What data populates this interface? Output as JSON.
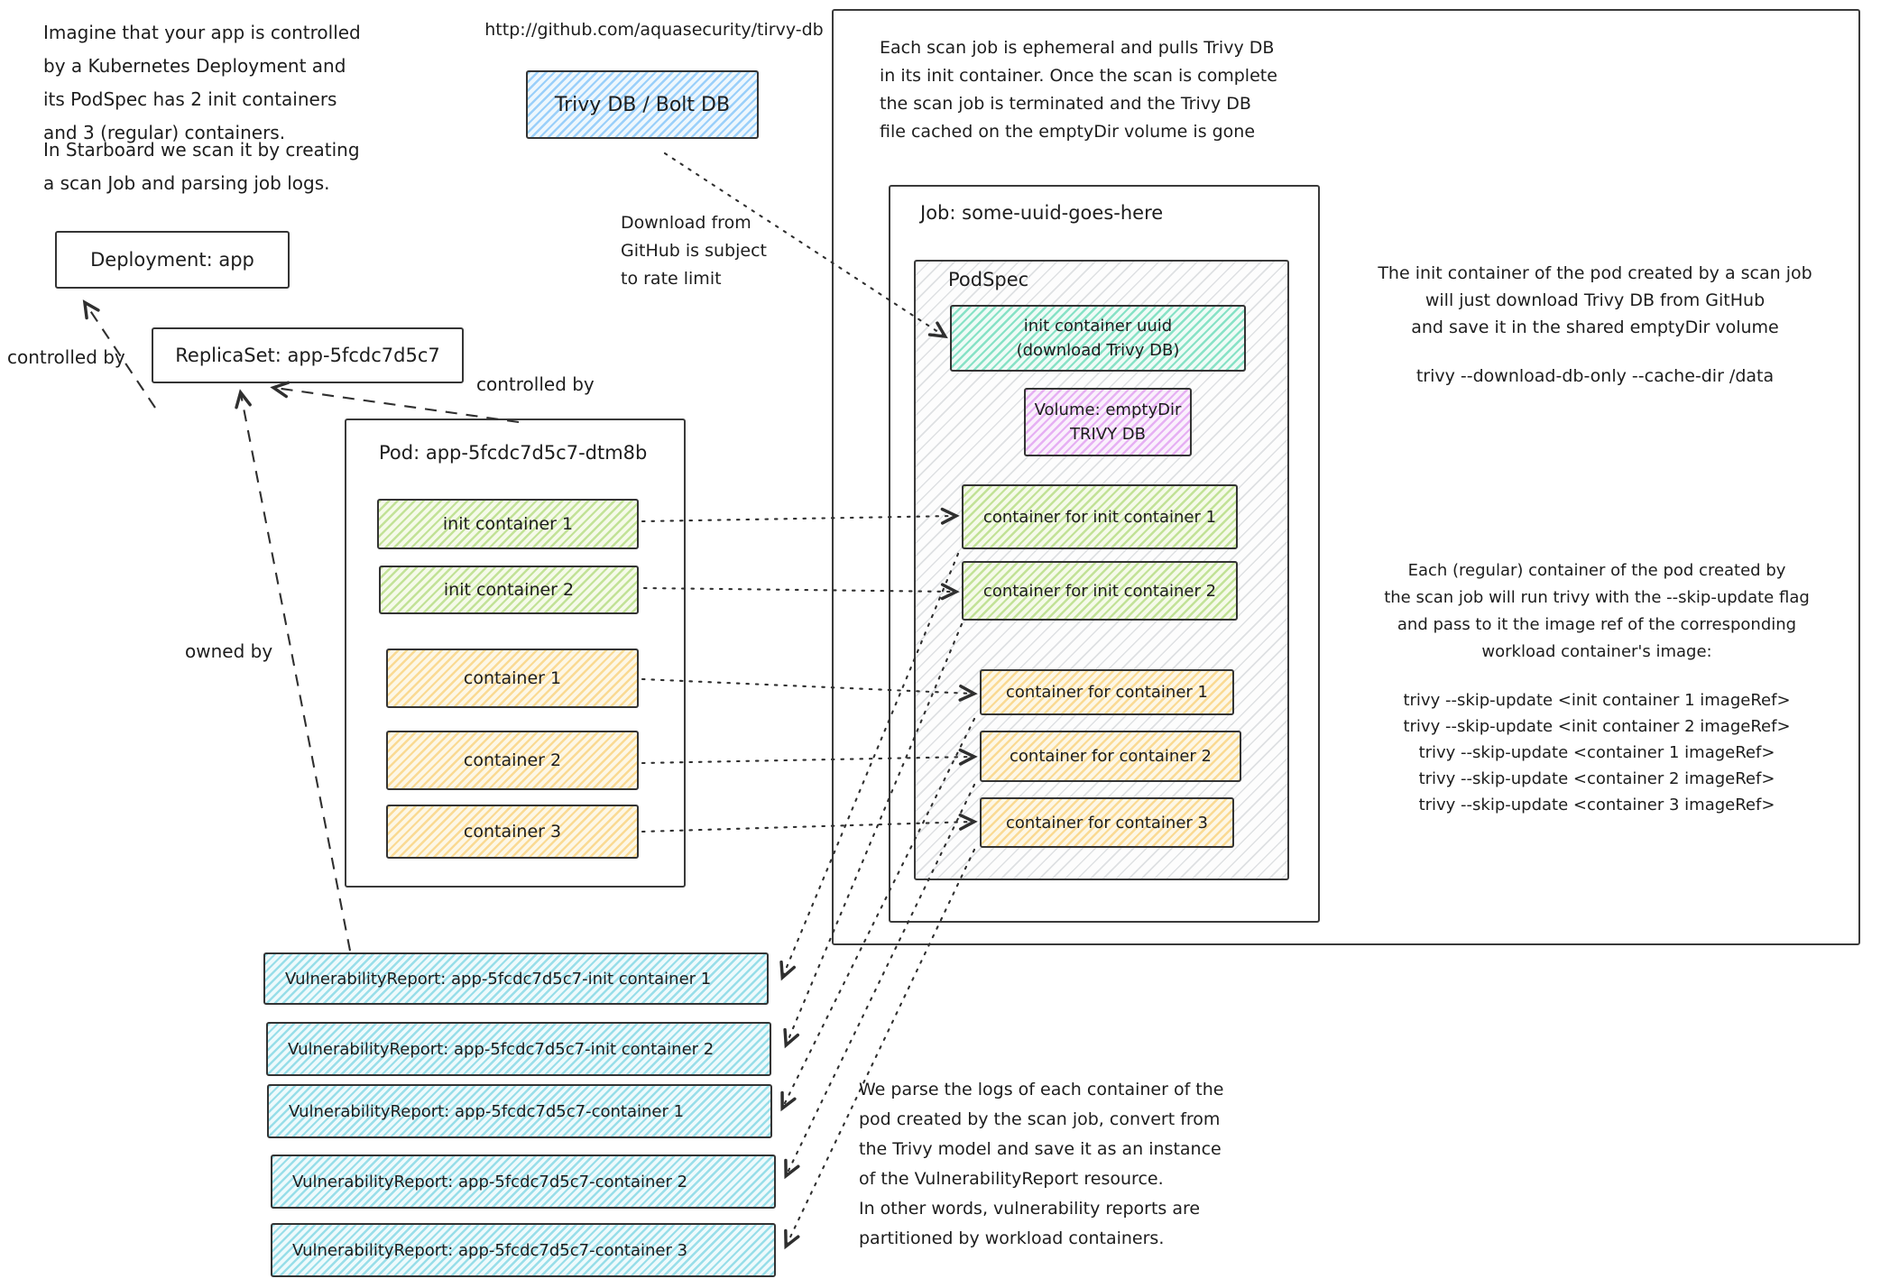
{
  "texts": {
    "intro1": "Imagine that your app is controlled\nby a Kubernetes Deployment and\nits PodSpec has 2 init containers\nand 3 (regular) containers.",
    "intro2": "In Starboard we scan it by creating\na scan Job and parsing job logs.",
    "github_url": "http://github.com/aquasecurity/tirvy-db",
    "download_note": "Download from\nGitHub is subject\nto rate limit",
    "controlled_by_left": "controlled by",
    "controlled_by_mid": "controlled by",
    "owned_by": "owned by",
    "ephemeral_note": "Each scan job is ephemeral and pulls Trivy DB\nin its init container. Once the scan is complete\nthe scan job is terminated and the Trivy DB\nfile cached on the emptyDir volume is gone",
    "init_note": "The init container of the pod created by a scan job\nwill just download Trivy DB from GitHub\nand save it in the shared emptyDir volume",
    "init_cmd": "trivy --download-db-only --cache-dir /data",
    "regular_note": "Each (regular) container of the pod created by\nthe scan job will run trivy with the --skip-update flag\nand pass to it the image ref of the corresponding\nworkload container's image:",
    "regular_cmds": "trivy --skip-update <init container 1 imageRef>\ntrivy --skip-update <init container 2 imageRef>\ntrivy --skip-update <container 1 imageRef>\ntrivy --skip-update <container 2 imageRef>\ntrivy --skip-update <container 3 imageRef>",
    "parse_note": "We parse the logs of each container of the\npod created by the scan job, convert from\nthe Trivy model and save it as an instance\nof the VulnerabilityReport resource.\nIn other words, vulnerability reports are\npartitioned by workload containers."
  },
  "nodes": {
    "trivy_db": "Trivy DB / Bolt DB",
    "deployment": "Deployment: app",
    "replicaset": "ReplicaSet: app-5fcdc7d5c7"
  },
  "pod": {
    "title": "Pod: app-5fcdc7d5c7-dtm8b",
    "init_containers": [
      "init container 1",
      "init container 2"
    ],
    "containers": [
      "container 1",
      "container 2",
      "container 3"
    ]
  },
  "job": {
    "title": "Job: some-uuid-goes-here",
    "podspec": {
      "label": "PodSpec",
      "init_container_uuid": "init container uuid\n(download Trivy DB)",
      "volume": "Volume: emptyDir\nTRIVY DB",
      "init_scan_containers": [
        "container for init container 1",
        "container for init container 2"
      ],
      "scan_containers": [
        "container for container 1",
        "container for container 2",
        "container for container 3"
      ]
    }
  },
  "reports": [
    "VulnerabilityReport: app-5fcdc7d5c7-init container 1",
    "VulnerabilityReport: app-5fcdc7d5c7-init container 2",
    "VulnerabilityReport: app-5fcdc7d5c7-container 1",
    "VulnerabilityReport: app-5fcdc7d5c7-container 2",
    "VulnerabilityReport: app-5fcdc7d5c7-container 3"
  ],
  "colors": {
    "ink": "#2f2f2f",
    "blue": "#4dabf7",
    "teal": "#20c997",
    "green": "#8bc83e",
    "orange": "#f7b731",
    "cyan": "#22b8cf",
    "purple": "#cc5de8"
  }
}
